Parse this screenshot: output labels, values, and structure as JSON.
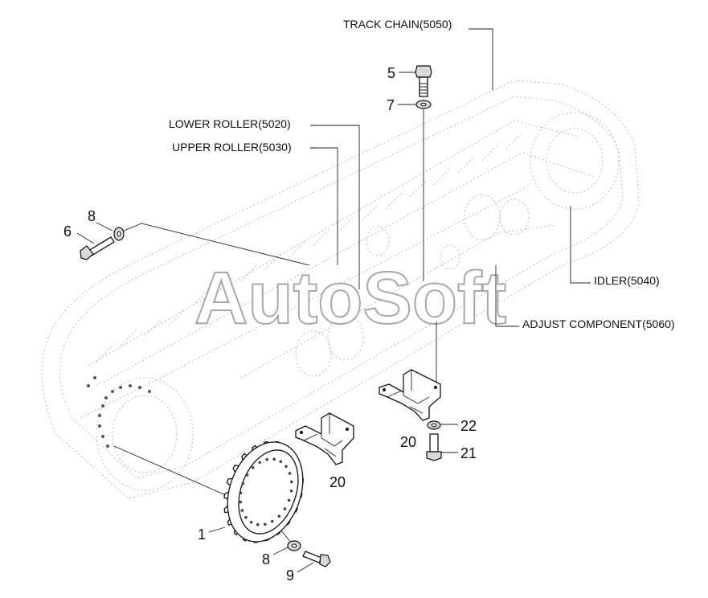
{
  "watermark": "AutoSoft",
  "assembly_labels": {
    "track_chain": "TRACK CHAIN(5050)",
    "lower_roller": "LOWER ROLLER(5020)",
    "upper_roller": "UPPER ROLLER(5030)",
    "idler": "IDLER(5040)",
    "adjust_component": "ADJUST COMPONENT(5060)"
  },
  "part_numbers": {
    "bolt_top": "5",
    "washer_top": "7",
    "washer_left": "8",
    "bolt_left": "6",
    "sprocket": "1",
    "washer_bottom": "8",
    "bolt_bottom": "9",
    "guard_center": "20",
    "guard_right": "20",
    "washer_right": "22",
    "bolt_right": "21"
  }
}
